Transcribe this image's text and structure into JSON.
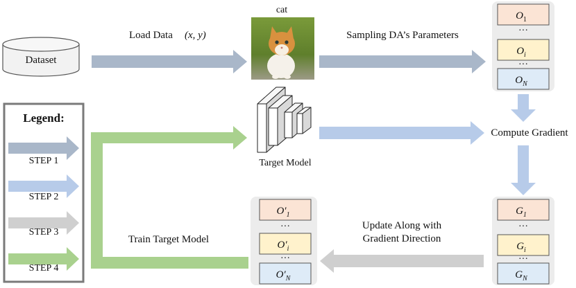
{
  "colors": {
    "step1": "#a9b7c9",
    "step2": "#b7cbe9",
    "step3": "#cfcfcf",
    "step4": "#a9d18e",
    "panel": "#ececec",
    "orange_box": "#fbe4d5",
    "yellow_box": "#fff2cc",
    "blue_box": "#deebf7"
  },
  "nodes": {
    "dataset": "Dataset",
    "image_label": "cat",
    "target_model": "Target Model",
    "compute_gradient": "Compute Gradient"
  },
  "edges": {
    "load_data": "Load Data",
    "load_data_math": "(x, y)",
    "sampling": "Sampling DA’s Parameters",
    "update_line1": "Update Along with",
    "update_line2": "Gradient Direction",
    "train": "Train Target Model"
  },
  "stacks": {
    "params": {
      "top": "O",
      "top_sub": "1",
      "mid": "O",
      "mid_sub": "i",
      "bot": "O",
      "bot_sub": "N",
      "dots": "···"
    },
    "grads": {
      "top": "G",
      "top_sub": "1",
      "mid": "G",
      "mid_sub": "i",
      "bot": "G",
      "bot_sub": "N",
      "dots": "···"
    },
    "updated": {
      "top": "O′",
      "top_sub": "1",
      "mid": "O′",
      "mid_sub": "i",
      "bot": "O′",
      "bot_sub": "N",
      "dots": "···"
    }
  },
  "legend": {
    "title": "Legend:",
    "items": [
      "STEP 1",
      "STEP 2",
      "STEP 3",
      "STEP 4"
    ]
  }
}
